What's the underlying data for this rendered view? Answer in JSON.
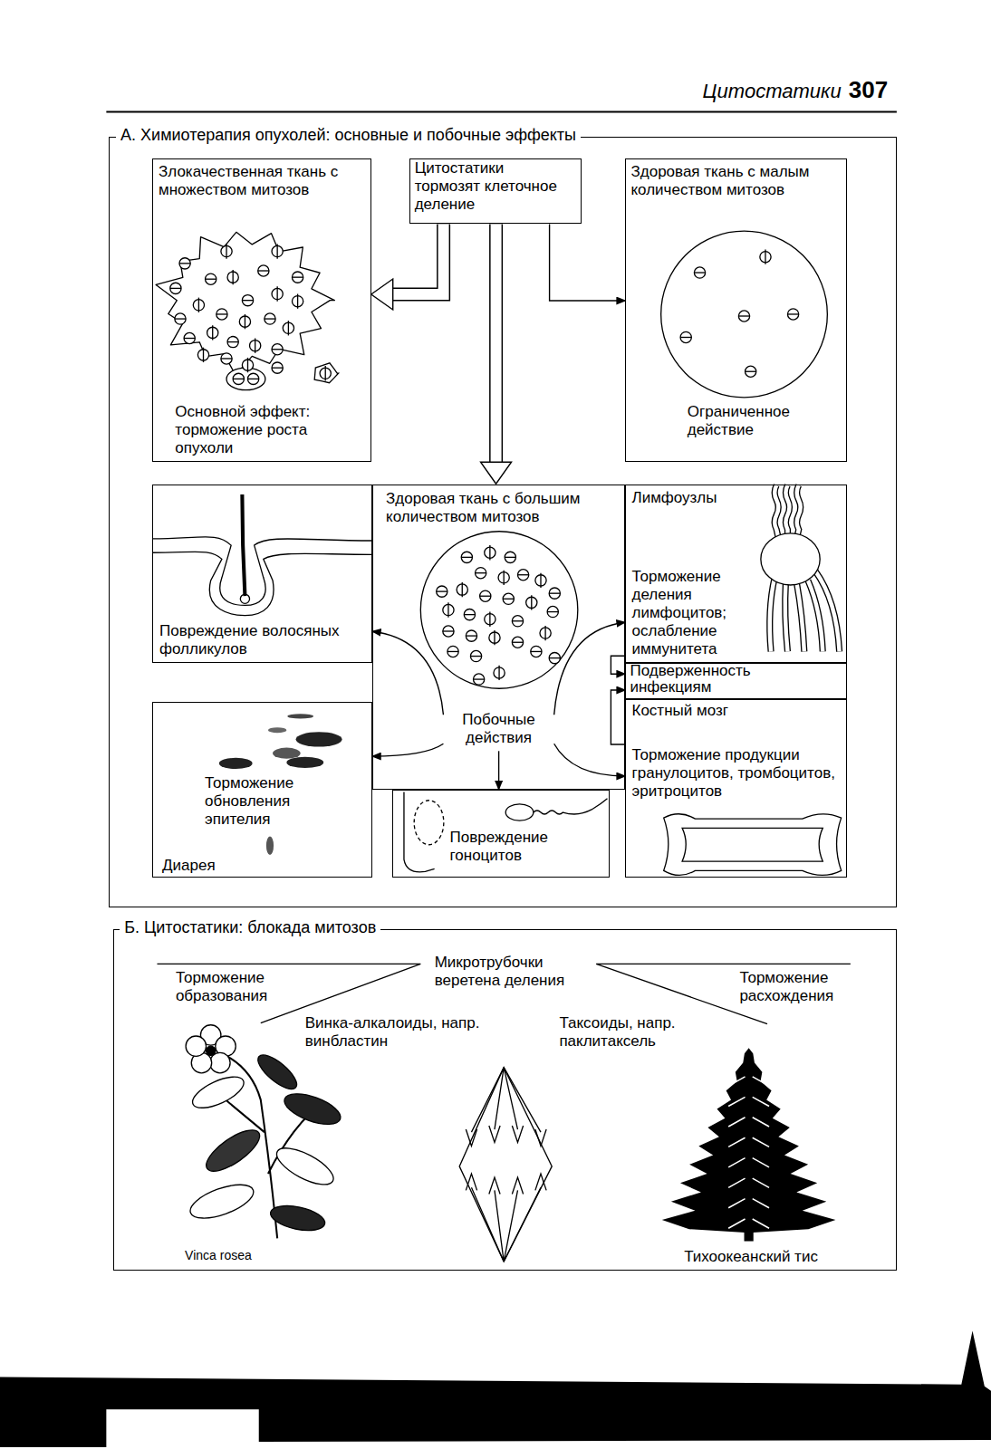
{
  "diagram": {
    "nodes": [
      {
        "text": [
          "А. Химиотерапия опухолей: основные и побочные эффекты"
        ]
      },
      {
        "text": [
          "Злокачественная ткань с множеством митозов",
          "Основной эффект: торможение роста опухоли"
        ],
        "in": 0
      },
      {
        "text": [
          "Цитостатики тормозят клеточное деление"
        ],
        "in": 0
      },
      {
        "text": [
          "Здоровая ткань с малым количеством митозов",
          "Ограниченное действие"
        ],
        "in": 0
      },
      {
        "text": [
          "Здоровая ткань с большим количеством митозов",
          "Побочные действия"
        ],
        "in": 0
      },
      {
        "text": [
          "Повреждение волосяных фолликулов"
        ],
        "in": 0
      },
      {
        "text": [
          "Лимфоузлы",
          "Торможение деления лимфоцитов; ослабление иммунитета"
        ],
        "in": 0
      },
      {
        "text": [
          "Подверженность инфекциям"
        ],
        "in": 0
      },
      {
        "text": [
          "Торможение обновления эпителия",
          "Диарея"
        ],
        "in": 0
      },
      {
        "text": [
          "Повреждение гоноцитов"
        ],
        "in": 0
      },
      {
        "text": [
          "Костный мозг",
          "Торможение продукции гранулоцитов, тромбоцитов, эритроцитов"
        ],
        "in": 0
      },
      {
        "text": [
          "Б. Цитостатики: блокада митозов"
        ]
      }
    ],
    "edges": [
      {
        "from": 2,
        "to": 1,
        "arrow": "to"
      },
      {
        "from": 2,
        "to": 3,
        "arrow": "to"
      },
      {
        "from": 2,
        "to": 4,
        "arrow": "to"
      },
      {
        "from": 4,
        "to": 5,
        "arrow": "to"
      },
      {
        "from": 4,
        "to": 6,
        "arrow": "to"
      },
      {
        "from": 4,
        "to": 8,
        "arrow": "to"
      },
      {
        "from": 4,
        "to": 9,
        "arrow": "to"
      },
      {
        "from": 4,
        "to": 10,
        "arrow": "to"
      },
      {
        "from": 6,
        "to": 7,
        "arrow": "to"
      },
      {
        "from": 10,
        "to": 7,
        "arrow": "to"
      }
    ],
    "labels": [
      "Цитостатики",
      "307",
      "Микротрубочки веретена деления",
      "Торможение образования",
      "Винка-алкалоиды, напр. винбластин",
      "Таксоиды, напр. паклитаксель",
      "Торможение расхождения",
      "Vinca rosea",
      "Тихоокеанский тис"
    ]
  }
}
